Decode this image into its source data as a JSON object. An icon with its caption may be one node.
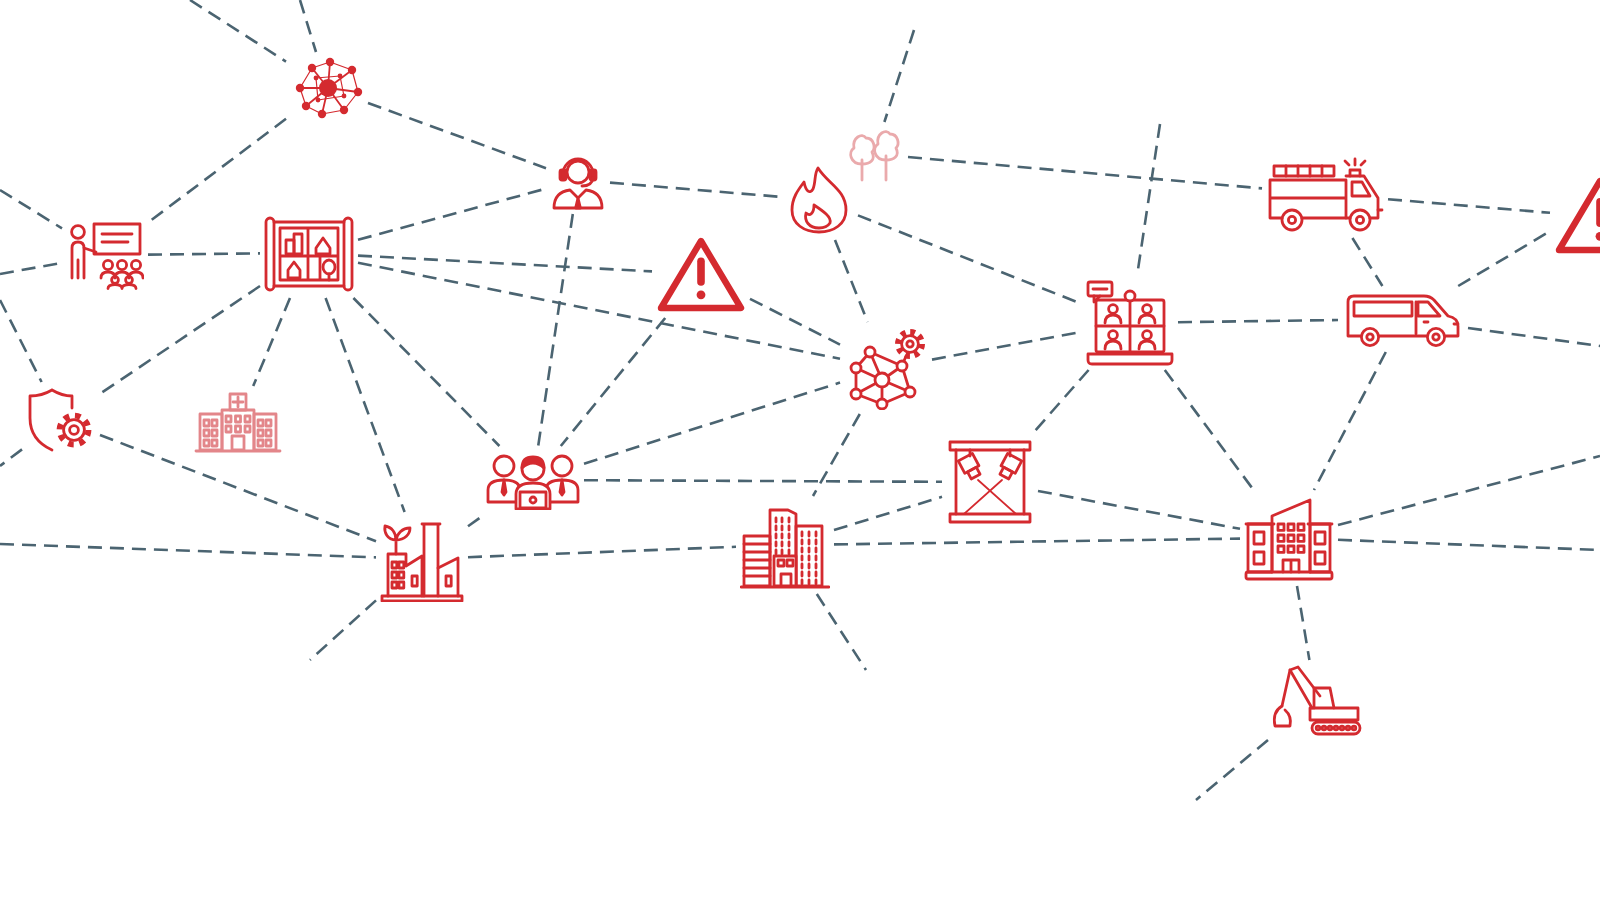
{
  "diagram": {
    "nodes": [
      {
        "text": [],
        "shape": "picture"
      },
      {
        "text": [],
        "shape": "picture"
      },
      {
        "text": [],
        "shape": "picture"
      },
      {
        "text": [],
        "shape": "picture"
      },
      {
        "text": [],
        "shape": "picture"
      },
      {
        "text": [],
        "shape": "picture"
      },
      {
        "text": [],
        "shape": "picture"
      },
      {
        "text": [],
        "shape": "picture"
      },
      {
        "text": [],
        "shape": "picture"
      },
      {
        "text": [],
        "shape": "picture"
      },
      {
        "text": [],
        "shape": "picture"
      },
      {
        "text": [],
        "shape": "picture"
      },
      {
        "text": [],
        "shape": "picture"
      },
      {
        "text": [],
        "shape": "picture"
      },
      {
        "text": [],
        "shape": "picture"
      },
      {
        "text": [],
        "shape": "picture"
      },
      {
        "text": [],
        "shape": "picture"
      },
      {
        "text": [],
        "shape": "picture"
      },
      {
        "text": [],
        "shape": "picture"
      },
      {
        "text": [],
        "shape": "picture"
      }
    ],
    "edges": [
      {
        "from": null,
        "to": 0,
        "arrow": "none",
        "style": "dashed"
      },
      {
        "from": null,
        "to": 0,
        "arrow": "none",
        "style": "dashed"
      },
      {
        "from": 0,
        "to": 1,
        "arrow": "none",
        "style": "dashed"
      },
      {
        "from": 0,
        "to": 6,
        "arrow": "none",
        "style": "dashed"
      },
      {
        "from": null,
        "to": 6,
        "arrow": "none",
        "style": "dashed"
      },
      {
        "from": null,
        "to": 6,
        "arrow": "none",
        "style": "dashed"
      },
      {
        "from": 6,
        "to": 7,
        "arrow": "none",
        "style": "dashed"
      },
      {
        "from": 7,
        "to": 1,
        "arrow": "none",
        "style": "dashed"
      },
      {
        "from": 1,
        "to": 2,
        "arrow": "none",
        "style": "dashed"
      },
      {
        "from": null,
        "to": 3,
        "arrow": "none",
        "style": "dashed"
      },
      {
        "from": 3,
        "to": 4,
        "arrow": "none",
        "style": "dashed"
      },
      {
        "from": 4,
        "to": 5,
        "arrow": "none",
        "style": "dashed"
      },
      {
        "from": 7,
        "to": 8,
        "arrow": "none",
        "style": "dashed"
      },
      {
        "from": 7,
        "to": 9,
        "arrow": "none",
        "style": "dashed"
      },
      {
        "from": 2,
        "to": 9,
        "arrow": "none",
        "style": "dashed"
      },
      {
        "from": 2,
        "to": 10,
        "arrow": "none",
        "style": "dashed"
      },
      {
        "from": null,
        "to": 10,
        "arrow": "none",
        "style": "dashed"
      },
      {
        "from": 4,
        "to": 11,
        "arrow": "none",
        "style": "dashed"
      },
      {
        "from": 11,
        "to": 5,
        "arrow": "none",
        "style": "dashed"
      },
      {
        "from": 10,
        "to": 11,
        "arrow": "none",
        "style": "dashed"
      },
      {
        "from": 11,
        "to": null,
        "arrow": "none",
        "style": "dashed"
      },
      {
        "from": 8,
        "to": 9,
        "arrow": "none",
        "style": "dashed"
      },
      {
        "from": 9,
        "to": 10,
        "arrow": "none",
        "style": "dashed"
      },
      {
        "from": null,
        "to": 12,
        "arrow": "none",
        "style": "dashed"
      },
      {
        "from": 7,
        "to": 12,
        "arrow": "none",
        "style": "dashed"
      },
      {
        "from": 7,
        "to": 13,
        "arrow": "none",
        "style": "dashed"
      },
      {
        "from": 7,
        "to": 16,
        "arrow": "none",
        "style": "dashed"
      },
      {
        "from": 7,
        "to": 14,
        "arrow": "none",
        "style": "dashed"
      },
      {
        "from": 1,
        "to": 14,
        "arrow": "none",
        "style": "dashed"
      },
      {
        "from": 8,
        "to": 14,
        "arrow": "none",
        "style": "dashed"
      },
      {
        "from": 12,
        "to": null,
        "arrow": "none",
        "style": "dashed"
      },
      {
        "from": 12,
        "to": 16,
        "arrow": "none",
        "style": "dashed"
      },
      {
        "from": null,
        "to": 16,
        "arrow": "none",
        "style": "dashed"
      },
      {
        "from": 14,
        "to": 9,
        "arrow": "none",
        "style": "dashed"
      },
      {
        "from": 14,
        "to": 15,
        "arrow": "none",
        "style": "dashed"
      },
      {
        "from": 9,
        "to": 17,
        "arrow": "none",
        "style": "dashed"
      },
      {
        "from": 10,
        "to": 15,
        "arrow": "none",
        "style": "dashed"
      },
      {
        "from": 10,
        "to": 18,
        "arrow": "none",
        "style": "dashed"
      },
      {
        "from": 11,
        "to": 18,
        "arrow": "none",
        "style": "dashed"
      },
      {
        "from": 16,
        "to": 14,
        "arrow": "none",
        "style": "dashed"
      },
      {
        "from": 16,
        "to": 17,
        "arrow": "none",
        "style": "dashed"
      },
      {
        "from": 16,
        "to": null,
        "arrow": "none",
        "style": "dashed"
      },
      {
        "from": 17,
        "to": 15,
        "arrow": "none",
        "style": "dashed"
      },
      {
        "from": 17,
        "to": 18,
        "arrow": "none",
        "style": "dashed"
      },
      {
        "from": 17,
        "to": null,
        "arrow": "none",
        "style": "dashed"
      },
      {
        "from": 15,
        "to": 18,
        "arrow": "none",
        "style": "dashed"
      },
      {
        "from": 18,
        "to": null,
        "arrow": "none",
        "style": "dashed"
      },
      {
        "from": 18,
        "to": null,
        "arrow": "none",
        "style": "dashed"
      },
      {
        "from": 18,
        "to": 19,
        "arrow": "none",
        "style": "dashed"
      },
      {
        "from": 19,
        "to": null,
        "arrow": "none",
        "style": "dashed"
      }
    ]
  }
}
